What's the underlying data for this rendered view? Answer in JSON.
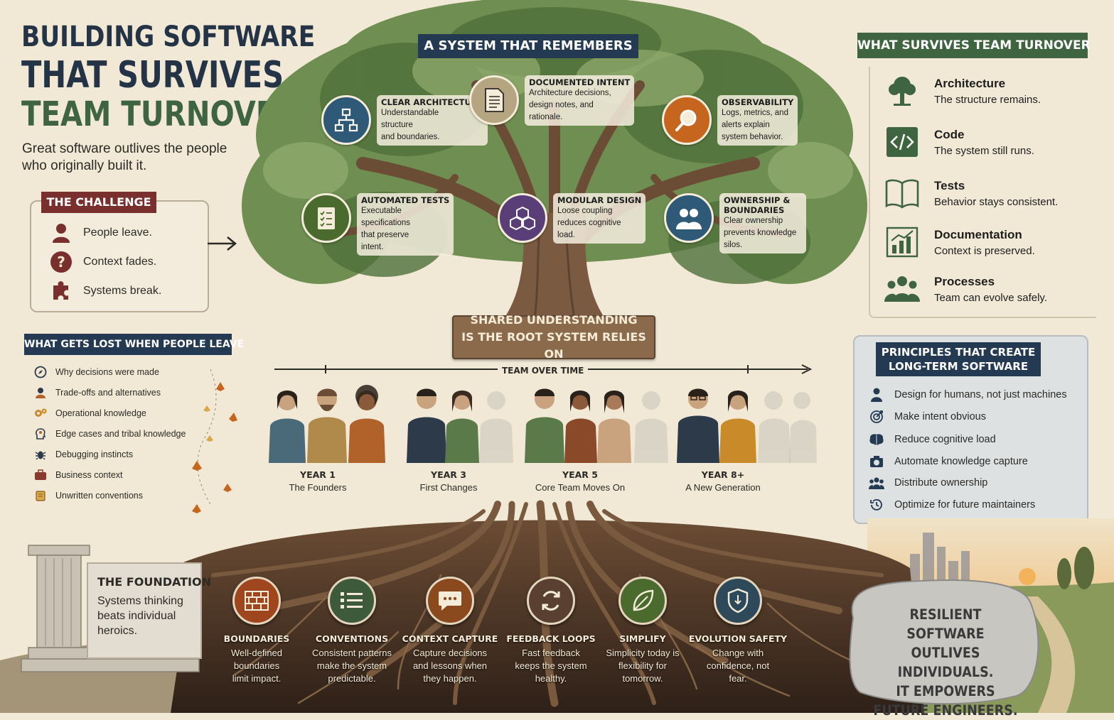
{
  "title": {
    "line1": "BUILDING SOFTWARE",
    "line2": "THAT SURVIVES",
    "line3": "TEAM TURNOVER",
    "subtitle": "Great software outlives the people who originally built it."
  },
  "challenge": {
    "heading": "THE CHALLENGE",
    "items": [
      {
        "icon": "person-icon",
        "text": "People leave."
      },
      {
        "icon": "question-icon",
        "text": "Context fades."
      },
      {
        "icon": "puzzle-icon",
        "text": "Systems break."
      }
    ]
  },
  "lost": {
    "heading": "WHAT GETS LOST WHEN PEOPLE LEAVE",
    "items": [
      {
        "icon": "compass-icon",
        "text": "Why decisions were made"
      },
      {
        "icon": "people-icon",
        "text": "Trade-offs and alternatives"
      },
      {
        "icon": "gears-icon",
        "text": "Operational knowledge"
      },
      {
        "icon": "head-icon",
        "text": "Edge cases and tribal knowledge"
      },
      {
        "icon": "bug-icon",
        "text": "Debugging instincts"
      },
      {
        "icon": "briefcase-icon",
        "text": "Business context"
      },
      {
        "icon": "scroll-icon",
        "text": "Unwritten conventions"
      }
    ]
  },
  "tree": {
    "heading": "A SYSTEM THAT REMEMBERS",
    "nodes": [
      {
        "icon": "architecture-icon",
        "title": "CLEAR ARCHITECTURE",
        "desc": [
          "Understandable",
          "structure",
          "and boundaries."
        ],
        "color": "#2e5a78"
      },
      {
        "icon": "document-icon",
        "title": "DOCUMENTED INTENT",
        "desc": [
          "Architecture decisions,",
          "design notes, and",
          "rationale."
        ],
        "color": "#8a7a5a"
      },
      {
        "icon": "magnifier-icon",
        "title": "OBSERVABILITY",
        "desc": [
          "Logs, metrics, and",
          "alerts explain",
          "system behavior."
        ],
        "color": "#c6661e"
      },
      {
        "icon": "checklist-icon",
        "title": "AUTOMATED TESTS",
        "desc": [
          "Executable",
          "specifications",
          "that preserve",
          "intent."
        ],
        "color": "#4a6a2e"
      },
      {
        "icon": "cubes-icon",
        "title": "MODULAR DESIGN",
        "desc": [
          "Loose coupling",
          "reduces cognitive",
          "load."
        ],
        "color": "#5a3e78"
      },
      {
        "icon": "team-icon",
        "title": "OWNERSHIP & BOUNDARIES",
        "desc": [
          "Clear ownership",
          "prevents knowledge",
          "silos."
        ],
        "color": "#2e5a78"
      }
    ],
    "sign": [
      "SHARED UNDERSTANDING",
      "IS THE ROOT SYSTEM RELIES ON"
    ]
  },
  "timeline": {
    "label": "TEAM OVER TIME",
    "years": [
      {
        "year": "YEAR 1",
        "caption": "The Founders"
      },
      {
        "year": "YEAR 3",
        "caption": "First Changes"
      },
      {
        "year": "YEAR 5",
        "caption": "Core Team Moves On"
      },
      {
        "year": "YEAR 8+",
        "caption": "A New Generation"
      }
    ]
  },
  "survives": {
    "heading": "WHAT SURVIVES TEAM TURNOVER",
    "items": [
      {
        "icon": "tree-icon",
        "title": "Architecture",
        "desc": "The structure remains."
      },
      {
        "icon": "code-icon",
        "title": "Code",
        "desc": "The system still runs."
      },
      {
        "icon": "book-icon",
        "title": "Tests",
        "desc": "Behavior stays consistent."
      },
      {
        "icon": "chart-icon",
        "title": "Documentation",
        "desc": "Context is preserved."
      },
      {
        "icon": "group-icon",
        "title": "Processes",
        "desc": "Team can evolve safely."
      }
    ]
  },
  "principles": {
    "heading": [
      "PRINCIPLES THAT CREATE",
      "LONG-TERM SOFTWARE"
    ],
    "items": [
      {
        "icon": "person-icon",
        "text": "Design for humans, not just machines"
      },
      {
        "icon": "target-icon",
        "text": "Make intent obvious"
      },
      {
        "icon": "brain-icon",
        "text": "Reduce cognitive load"
      },
      {
        "icon": "camera-icon",
        "text": "Automate knowledge capture"
      },
      {
        "icon": "group-icon",
        "text": "Distribute ownership"
      },
      {
        "icon": "history-icon",
        "text": "Optimize for future maintainers"
      }
    ]
  },
  "foundation": {
    "title": "THE FOUNDATION",
    "desc": "Systems thinking beats individual heroics."
  },
  "roots": [
    {
      "icon": "bricks-icon",
      "title": "BOUNDARIES",
      "desc": [
        "Well-defined",
        "boundaries",
        "limit impact."
      ],
      "color": "#a0461e"
    },
    {
      "icon": "list-icon",
      "title": "CONVENTIONS",
      "desc": [
        "Consistent patterns",
        "make the system",
        "predictable."
      ],
      "color": "#3d5a3a"
    },
    {
      "icon": "chat-icon",
      "title": "CONTEXT CAPTURE",
      "desc": [
        "Capture decisions",
        "and lessons when",
        "they happen."
      ],
      "color": "#8a4a1e"
    },
    {
      "icon": "refresh-icon",
      "title": "FEEDBACK LOOPS",
      "desc": [
        "Fast feedback",
        "keeps the system",
        "healthy."
      ],
      "color": "#5a4030"
    },
    {
      "icon": "leaf-icon",
      "title": "SIMPLIFY",
      "desc": [
        "Simplicity today is",
        "flexibility for",
        "tomorrow."
      ],
      "color": "#4a6a2e"
    },
    {
      "icon": "shield-icon",
      "title": "EVOLUTION SAFETY",
      "desc": [
        "Change with",
        "confidence, not",
        "fear."
      ],
      "color": "#2e4a5a"
    }
  ],
  "closing": [
    "RESILIENT SOFTWARE",
    "OUTLIVES INDIVIDUALS.",
    "IT EMPOWERS",
    "FUTURE ENGINEERS."
  ]
}
